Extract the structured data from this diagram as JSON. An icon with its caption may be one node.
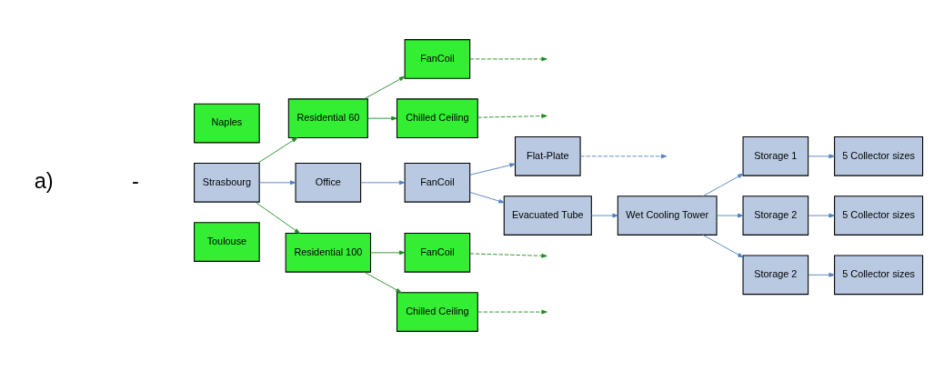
{
  "diagram": {
    "nodes": [
      {
        "text": [
          "Naples"
        ]
      },
      {
        "text": [
          "Strasbourg"
        ]
      },
      {
        "text": [
          "Toulouse"
        ]
      },
      {
        "text": [
          "Residential 60"
        ]
      },
      {
        "text": [
          "Office"
        ]
      },
      {
        "text": [
          "Residential 100"
        ]
      },
      {
        "text": [
          "FanCoil"
        ]
      },
      {
        "text": [
          "Chilled Ceiling"
        ]
      },
      {
        "text": [
          "FanCoil"
        ]
      },
      {
        "text": [
          "FanCoil"
        ]
      },
      {
        "text": [
          "Chilled Ceiling"
        ]
      },
      {
        "text": [
          "Flat-Plate"
        ]
      },
      {
        "text": [
          "Evacuated Tube"
        ]
      },
      {
        "text": [
          "Wet Cooling Tower"
        ]
      },
      {
        "text": [
          "Storage 1"
        ]
      },
      {
        "text": [
          "Storage 2"
        ]
      },
      {
        "text": [
          "Storage 2"
        ]
      },
      {
        "text": [
          "5 Collector sizes"
        ]
      },
      {
        "text": [
          "5 Collector sizes"
        ]
      },
      {
        "text": [
          "5 Collector sizes"
        ]
      }
    ],
    "edges": [
      {
        "from": 1,
        "to": 3,
        "arrow": "to",
        "color": "#228b22"
      },
      {
        "from": 1,
        "to": 4,
        "arrow": "to"
      },
      {
        "from": 1,
        "to": 5,
        "arrow": "to",
        "color": "#228b22"
      },
      {
        "from": 3,
        "to": 6,
        "arrow": "to",
        "color": "#228b22"
      },
      {
        "from": 3,
        "to": 7,
        "arrow": "to",
        "color": "#228b22"
      },
      {
        "from": 4,
        "to": 8,
        "arrow": "to"
      },
      {
        "from": 5,
        "to": 9,
        "arrow": "to",
        "color": "#228b22"
      },
      {
        "from": 5,
        "to": 10,
        "arrow": "to",
        "color": "#228b22"
      },
      {
        "from": 6,
        "to": null,
        "arrow": "to",
        "style": "dashed",
        "color": "#228b22"
      },
      {
        "from": 7,
        "to": null,
        "arrow": "to",
        "style": "dashed",
        "color": "#228b22"
      },
      {
        "from": 8,
        "to": 11,
        "arrow": "to"
      },
      {
        "from": 8,
        "to": 12,
        "arrow": "to"
      },
      {
        "from": 9,
        "to": null,
        "arrow": "to",
        "style": "dashed",
        "color": "#228b22"
      },
      {
        "from": 10,
        "to": null,
        "arrow": "to",
        "style": "dashed",
        "color": "#228b22"
      },
      {
        "from": 11,
        "to": null,
        "arrow": "to",
        "style": "dashed"
      },
      {
        "from": 12,
        "to": 13,
        "arrow": "to"
      },
      {
        "from": 13,
        "to": 14,
        "arrow": "to"
      },
      {
        "from": 13,
        "to": 15,
        "arrow": "to"
      },
      {
        "from": 13,
        "to": 16,
        "arrow": "to"
      },
      {
        "from": 14,
        "to": 17,
        "arrow": "to"
      },
      {
        "from": 15,
        "to": 18,
        "arrow": "to"
      },
      {
        "from": 16,
        "to": 19,
        "arrow": "to"
      }
    ],
    "labels": [
      "a)",
      "-"
    ]
  }
}
